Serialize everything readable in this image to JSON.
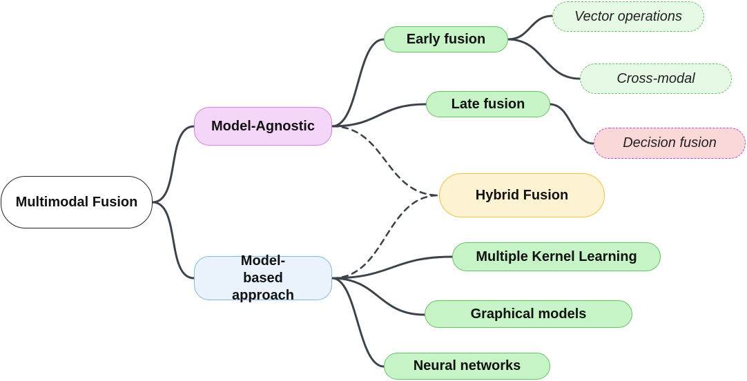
{
  "nodes": {
    "root": "Multimodal Fusion",
    "agnostic": "Model-Agnostic",
    "based": "Model-based approach",
    "early": "Early fusion",
    "late": "Late fusion",
    "vector": "Vector operations",
    "crossmodal": "Cross-modal",
    "decision": "Decision fusion",
    "hybrid": "Hybrid Fusion",
    "mkl": "Multiple Kernel Learning",
    "graphical": "Graphical models",
    "neural": "Neural networks"
  },
  "colors": {
    "edge": "#3d434b",
    "model_agnostic_fill": "#f3d6f8",
    "model_based_fill": "#eaf3fc",
    "leaf_fill": "#c6f4c6",
    "hybrid_fill": "#fdf2d2",
    "decision_fill": "#fbd8d8"
  }
}
